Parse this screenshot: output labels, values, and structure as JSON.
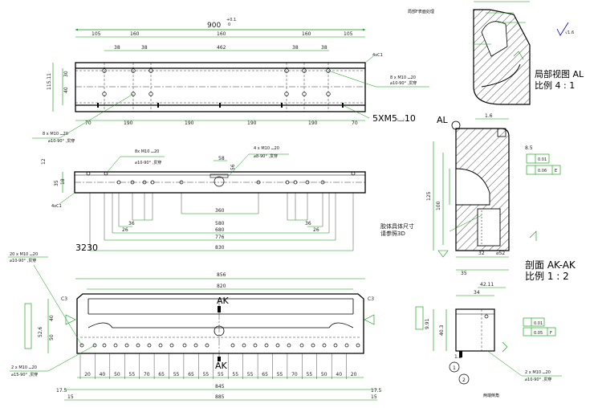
{
  "top_view": {
    "overall_length": "900",
    "overall_tol": "+0.1",
    "overall_tol2": "0",
    "seg_105_left": "105",
    "seg_160_a": "160",
    "seg_160_b": "160",
    "seg_160_c": "160",
    "seg_105_right": "105",
    "inner_38_a": "38",
    "inner_38_b": "38",
    "inner_462": "462",
    "inner_38_c": "38",
    "inner_38_d": "38",
    "height_dim": "115.11",
    "dim_30": "30",
    "dim_40": "40",
    "bottom_70_l": "70",
    "bottom_190_a": "190",
    "bottom_190_b": "190",
    "bottom_190_c": "190",
    "bottom_190_d": "190",
    "bottom_70_r": "70",
    "note_left_1": "8 x M10 ⌴20",
    "note_left_2": "⌀10-90° ,贯穿",
    "note_right_1": "8 x M10 ⌴20",
    "note_right_2": "⌀10-90° ,贯穿",
    "thread_note": "5XM5⌴10",
    "chamfer": "4xC1"
  },
  "front_view": {
    "note_a_1": "8x M10 ⌴20",
    "note_a_2": "⌀10-90° ,贯穿",
    "note_b_1": "4 x M10 ⌴20",
    "note_b_2": "⌀8-90° ,贯穿",
    "dim_58": "58",
    "dim_56": "56",
    "dim_12": "12",
    "dim_35": "35",
    "dim_18": "18",
    "dim_36_l": "36",
    "dim_36_r": "36",
    "dim_26_l": "26",
    "dim_26_r": "26",
    "dim_360": "360",
    "dim_580": "580",
    "dim_680": "680",
    "dim_776": "776",
    "dim_830": "830",
    "chamfer": "4xC1",
    "label_3230": "3230"
  },
  "bottom_view": {
    "overall_856": "856",
    "dim_820": "820",
    "section_mark": "AK",
    "section_mark_bottom": "AK",
    "c3_left": "C3",
    "c3_right": "C3",
    "note_tl_1": "20 x M10 ⌴20",
    "note_tl_2": "⌀10-90° ,贯穿",
    "note_bl_1": "2 x M10 ⌴20",
    "note_bl_2": "⌀15-90° ,贯穿",
    "pitch_values": [
      "20",
      "40",
      "50",
      "55",
      "70",
      "65",
      "55",
      "65",
      "55",
      "55",
      "55",
      "55",
      "65",
      "55",
      "70",
      "55",
      "50",
      "40",
      "20"
    ],
    "dim_17_5_l": "17.5",
    "dim_17_5_r": "17.5",
    "dim_845": "845",
    "dim_15_l": "15",
    "dim_15_r": "15",
    "dim_885": "885",
    "side_dims": [
      "52.6",
      "40",
      "50"
    ]
  },
  "detail_view": {
    "title": "局部视图 AL",
    "scale": "比例 4 : 1",
    "top_note": "局部F表面处理",
    "symbol_note": "√1.6"
  },
  "section_view": {
    "mark": "AL",
    "title": "剖面 AK-AK",
    "scale": "比例 1 : 2",
    "note_1": "胶体具体尺寸",
    "note_2": "请参照3D",
    "dim_8_5": "8.5",
    "gtol_flat": "0.01",
    "gtol_par": "0.06",
    "datum_E": "E",
    "dim_125": "125",
    "dim_100": "100",
    "dim_32": "32",
    "dim_35": "35",
    "dim_52": "⌀52",
    "roughness": "1.6"
  },
  "right_detail": {
    "dim_42_11": "42.11",
    "dim_34": "34",
    "gtol_flat": "0.01",
    "gtol_par": "0.05",
    "datum": "F",
    "side_dims": [
      "9.91",
      "40.3",
      "1.2"
    ],
    "note_1": "2 x M10 ⌴20",
    "note_2": "⌀10-90° ,贯穿",
    "bottom_note": "两端倒角",
    "balloon_1": "1",
    "balloon_2": "2"
  },
  "colors": {
    "geometry": "#000000",
    "dimension": "#009900",
    "hatch": "#000000",
    "background": "#ffffff"
  }
}
